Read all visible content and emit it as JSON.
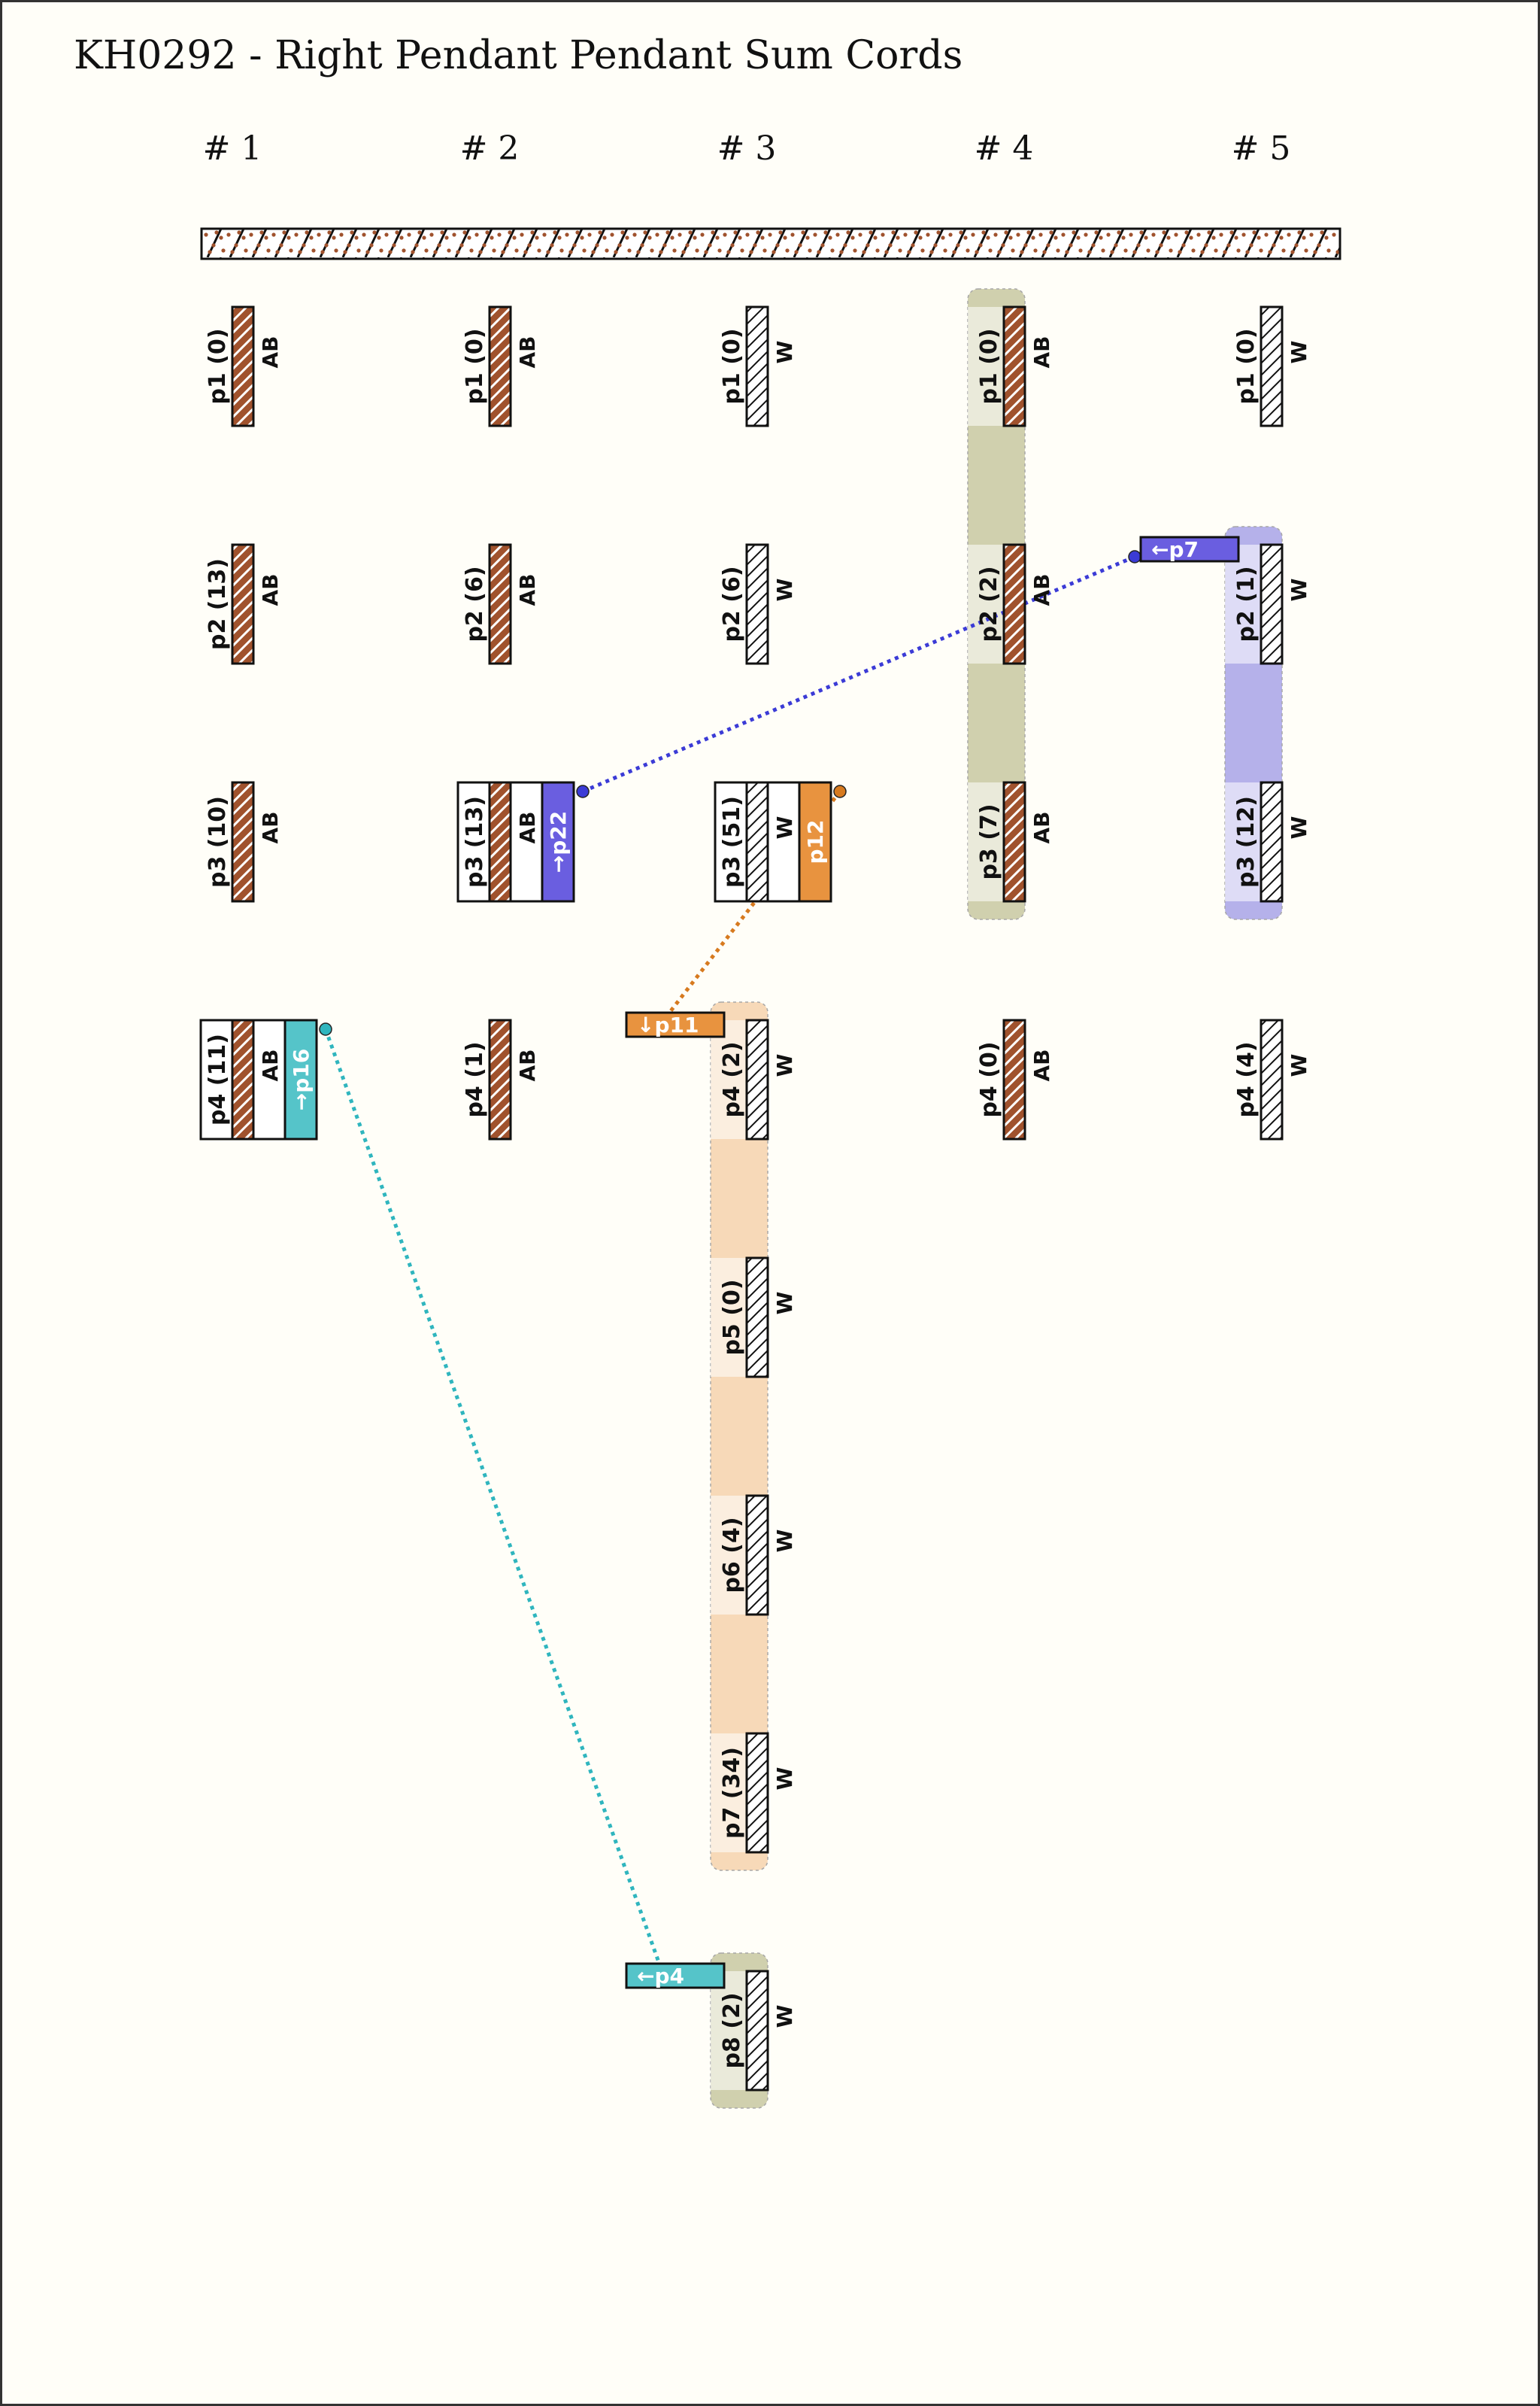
{
  "title": "KH0292 - Right Pendant Pendant Sum Cords",
  "groups": [
    "# 1",
    "# 2",
    "# 3",
    "# 4",
    "# 5"
  ],
  "colors": {
    "brown": "#a0522d",
    "white": "#ffffff",
    "sum_olive": "#c8c8a2",
    "sum_lavender": "#a9a4e8",
    "sum_peach": "#f6d3ad",
    "link_blue": "#3b3bd6",
    "link_orange": "#d77a1f",
    "link_teal": "#2fb5be",
    "tag_blue": "#6a5ee0",
    "tag_orange": "#e8933f",
    "tag_teal": "#55c4c9"
  },
  "cords": [
    {
      "id": "c1p1",
      "group": 1,
      "row": 1,
      "label": "p1 (0)",
      "color": "AB"
    },
    {
      "id": "c1p2",
      "group": 1,
      "row": 2,
      "label": "p2 (13)",
      "color": "AB"
    },
    {
      "id": "c1p3",
      "group": 1,
      "row": 3,
      "label": "p3 (10)",
      "color": "AB"
    },
    {
      "id": "c1p4",
      "group": 1,
      "row": 4,
      "label": "p4 (11)",
      "color": "AB",
      "boxed": true,
      "tag": "→p16",
      "tag_color": "teal"
    },
    {
      "id": "c2p1",
      "group": 2,
      "row": 1,
      "label": "p1 (0)",
      "color": "AB"
    },
    {
      "id": "c2p2",
      "group": 2,
      "row": 2,
      "label": "p2 (6)",
      "color": "AB"
    },
    {
      "id": "c2p3",
      "group": 2,
      "row": 3,
      "label": "p3 (13)",
      "color": "AB",
      "boxed": true,
      "tag": "→p22",
      "tag_color": "blue"
    },
    {
      "id": "c2p4",
      "group": 2,
      "row": 4,
      "label": "p4 (1)",
      "color": "AB"
    },
    {
      "id": "c3p1",
      "group": 3,
      "row": 1,
      "label": "p1 (0)",
      "color": "W"
    },
    {
      "id": "c3p2",
      "group": 3,
      "row": 2,
      "label": "p2 (6)",
      "color": "W"
    },
    {
      "id": "c3p3",
      "group": 3,
      "row": 3,
      "label": "p3 (51)",
      "color": "W",
      "boxed": true,
      "tag": "p12",
      "tag_color": "orange"
    },
    {
      "id": "c3p4",
      "group": 3,
      "row": 4,
      "label": "p4 (2)",
      "color": "W"
    },
    {
      "id": "c3p5",
      "group": 3,
      "row": 5,
      "label": "p5 (0)",
      "color": "W"
    },
    {
      "id": "c3p6",
      "group": 3,
      "row": 6,
      "label": "p6 (4)",
      "color": "W"
    },
    {
      "id": "c3p7",
      "group": 3,
      "row": 7,
      "label": "p7 (34)",
      "color": "W"
    },
    {
      "id": "c3p8",
      "group": 3,
      "row": 8,
      "label": "p8 (2)",
      "color": "W"
    },
    {
      "id": "c4p1",
      "group": 4,
      "row": 1,
      "label": "p1 (0)",
      "color": "AB"
    },
    {
      "id": "c4p2",
      "group": 4,
      "row": 2,
      "label": "p2 (2)",
      "color": "AB"
    },
    {
      "id": "c4p3",
      "group": 4,
      "row": 3,
      "label": "p3 (7)",
      "color": "AB"
    },
    {
      "id": "c4p4",
      "group": 4,
      "row": 4,
      "label": "p4 (0)",
      "color": "AB"
    },
    {
      "id": "c5p1",
      "group": 5,
      "row": 1,
      "label": "p1 (0)",
      "color": "W"
    },
    {
      "id": "c5p2",
      "group": 5,
      "row": 2,
      "label": "p2 (1)",
      "color": "W"
    },
    {
      "id": "c5p3",
      "group": 5,
      "row": 3,
      "label": "p3 (12)",
      "color": "W"
    },
    {
      "id": "c5p4",
      "group": 5,
      "row": 4,
      "label": "p4 (4)",
      "color": "W"
    }
  ],
  "sum_bands": [
    {
      "group": 4,
      "from_row": 1,
      "to_row": 3,
      "color": "olive"
    },
    {
      "group": 5,
      "from_row": 2,
      "to_row": 3,
      "color": "lavender"
    },
    {
      "group": 3,
      "from_row": 4,
      "to_row": 7,
      "color": "peach"
    },
    {
      "group": 3,
      "from_row": 8,
      "to_row": 8,
      "color": "olive"
    }
  ],
  "tags": [
    {
      "group": 5,
      "row": 2,
      "label": "←p7",
      "color": "blue"
    },
    {
      "group": 3,
      "row": 4,
      "label": "↓p11",
      "color": "orange"
    },
    {
      "group": 3,
      "row": 8,
      "label": "←p4",
      "color": "teal"
    }
  ],
  "links": [
    {
      "from": {
        "group": 2,
        "row": 3
      },
      "to": {
        "group": 5,
        "row": 2
      },
      "color": "blue"
    },
    {
      "from": {
        "group": 3,
        "row": 3
      },
      "to": {
        "group": 3,
        "row": 4
      },
      "color": "orange"
    },
    {
      "from": {
        "group": 1,
        "row": 4
      },
      "to": {
        "group": 3,
        "row": 8
      },
      "color": "teal"
    }
  ]
}
